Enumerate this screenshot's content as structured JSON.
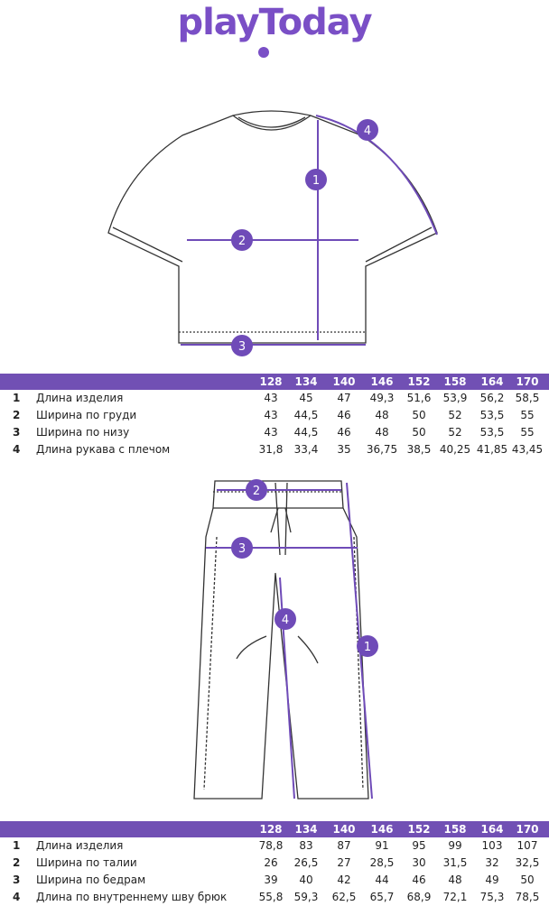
{
  "brand": {
    "logo": "playToday",
    "accent": "#7150b4"
  },
  "sizes": [
    "128",
    "134",
    "140",
    "146",
    "152",
    "158",
    "164",
    "170"
  ],
  "shirt": {
    "markers": [
      "1",
      "2",
      "3",
      "4"
    ],
    "rows": [
      {
        "n": "1",
        "label": "Длина изделия",
        "values": [
          "43",
          "45",
          "47",
          "49,3",
          "51,6",
          "53,9",
          "56,2",
          "58,5"
        ]
      },
      {
        "n": "2",
        "label": "Ширина по груди",
        "values": [
          "43",
          "44,5",
          "46",
          "48",
          "50",
          "52",
          "53,5",
          "55"
        ]
      },
      {
        "n": "3",
        "label": "Ширина по низу",
        "values": [
          "43",
          "44,5",
          "46",
          "48",
          "50",
          "52",
          "53,5",
          "55"
        ]
      },
      {
        "n": "4",
        "label": "Длина рукава с плечом",
        "values": [
          "31,8",
          "33,4",
          "35",
          "36,75",
          "38,5",
          "40,25",
          "41,85",
          "43,45"
        ]
      }
    ]
  },
  "pants": {
    "markers": [
      "1",
      "2",
      "3",
      "4"
    ],
    "rows": [
      {
        "n": "1",
        "label": "Длина изделия",
        "values": [
          "78,8",
          "83",
          "87",
          "91",
          "95",
          "99",
          "103",
          "107"
        ]
      },
      {
        "n": "2",
        "label": "Ширина по талии",
        "values": [
          "26",
          "26,5",
          "27",
          "28,5",
          "30",
          "31,5",
          "32",
          "32,5"
        ]
      },
      {
        "n": "3",
        "label": "Ширина по бедрам",
        "values": [
          "39",
          "40",
          "42",
          "44",
          "46",
          "48",
          "49",
          "50"
        ]
      },
      {
        "n": "4",
        "label": "Длина по внутреннему шву брюк",
        "values": [
          "55,8",
          "59,3",
          "62,5",
          "65,7",
          "68,9",
          "72,1",
          "75,3",
          "78,5"
        ]
      }
    ]
  }
}
